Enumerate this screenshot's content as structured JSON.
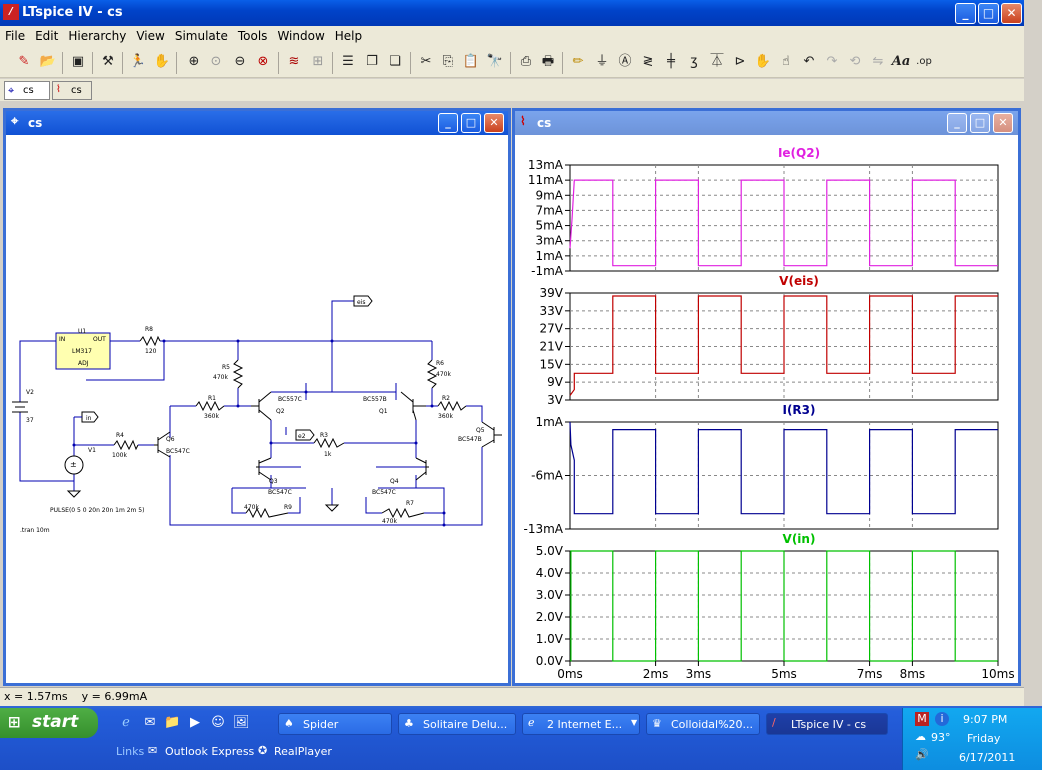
{
  "app": {
    "title": "LTspice IV - cs"
  },
  "window_buttons": {
    "minimize": "_",
    "maximize": "□",
    "close": "✕"
  },
  "menu": [
    {
      "label": "File"
    },
    {
      "label": "Edit"
    },
    {
      "label": "Hierarchy"
    },
    {
      "label": "View"
    },
    {
      "label": "Simulate"
    },
    {
      "label": "Tools"
    },
    {
      "label": "Window"
    },
    {
      "label": "Help"
    }
  ],
  "toolbar": {
    "icons": [
      "new-schematic",
      "open",
      "save",
      "control-panel",
      "run",
      "halt",
      "zoom-in",
      "zoom-pan",
      "zoom-out",
      "zoom-fit",
      "autorange",
      "grid",
      "tile-horizontal",
      "tile-vertical",
      "cascade",
      "cut",
      "copy",
      "paste",
      "find",
      "print-preview",
      "print",
      "wire",
      "ground",
      "label-net",
      "resistor",
      "capacitor",
      "inductor",
      "diode",
      "component",
      "move",
      "drag",
      "undo",
      "redo",
      "rotate",
      "mirror",
      "text",
      "spice-directive"
    ],
    "text_label": "Aa",
    "op_label": ".op"
  },
  "tabs": [
    {
      "label": "cs"
    },
    {
      "label": "cs"
    }
  ],
  "schematic_window": {
    "title": "cs",
    "labels": {
      "u1": "U1",
      "lm317": "LM317",
      "in": "IN",
      "out": "OUT",
      "adj": "ADJ",
      "r8": "R8",
      "r8v": "120",
      "v2": "V2",
      "v2v": "37",
      "r5": "R5",
      "r5v": "470k",
      "r6": "R6",
      "r6v": "470k",
      "eis": "eis",
      "q2": "Q2",
      "q2t": "BC557C",
      "q1": "Q1",
      "q1t": "BC557B",
      "r1": "R1",
      "r1v": "360k",
      "r2": "R2",
      "r2v": "360k",
      "q6": "Q6",
      "q6t": "BC547C",
      "q5": "Q5",
      "q5t": "BC547B",
      "in_flag": "in",
      "r4": "R4",
      "r4v": "100k",
      "v1": "V1",
      "e2": "e2",
      "r3": "R3",
      "r3v": "1k",
      "q3": "Q3",
      "q3t": "BC547C",
      "q4": "Q4",
      "q4t": "BC547C",
      "r9": "R9",
      "r9v": "470k",
      "r7": "R7",
      "r7v": "470k",
      "pulse": "PULSE(0 5 0 20n 20n 1m 2m 5)",
      "tran": ".tran 10m"
    }
  },
  "plot_window": {
    "title": "cs"
  },
  "chart_data": [
    {
      "type": "line",
      "title": "Ie(Q2)",
      "color": "#e020e0",
      "y_ticks": [
        "13mA",
        "11mA",
        "9mA",
        "7mA",
        "5mA",
        "3mA",
        "1mA",
        "-1mA"
      ],
      "ylim": [
        -1,
        13
      ],
      "x": [
        0,
        0.05,
        0.1,
        1.0,
        1.0,
        1.9,
        2.0,
        2.0,
        3.0,
        3.0,
        4.0,
        4.0,
        5.0,
        5.0,
        6.0,
        6.0,
        7.0,
        7.0,
        8.0,
        8.0,
        9.0,
        9.0,
        10.0
      ],
      "values": [
        2.0,
        6.0,
        11.0,
        11.0,
        -0.3,
        -0.3,
        -0.3,
        11.0,
        11.0,
        -0.3,
        -0.3,
        11.0,
        11.0,
        -0.3,
        -0.3,
        11.0,
        11.0,
        -0.3,
        -0.3,
        11.0,
        11.0,
        -0.3,
        -0.3
      ]
    },
    {
      "type": "line",
      "title": "V(eis)",
      "color": "#c00000",
      "y_ticks": [
        "39V",
        "33V",
        "27V",
        "21V",
        "15V",
        "9V",
        "3V"
      ],
      "ylim": [
        3,
        39
      ],
      "x": [
        0,
        0.1,
        0.1,
        1.0,
        1.0,
        2.0,
        2.0,
        3.0,
        3.0,
        4.0,
        4.0,
        5.0,
        5.0,
        6.0,
        6.0,
        7.0,
        7.0,
        8.0,
        8.0,
        9.0,
        9.0,
        10.0
      ],
      "values": [
        4.5,
        6.5,
        12.0,
        12.0,
        38.0,
        38.0,
        12.0,
        12.0,
        38.0,
        38.0,
        12.0,
        12.0,
        38.0,
        38.0,
        12.0,
        12.0,
        38.0,
        38.0,
        12.0,
        12.0,
        38.0,
        38.0
      ]
    },
    {
      "type": "line",
      "title": "I(R3)",
      "color": "#000090",
      "y_ticks": [
        "1mA",
        "-6mA",
        "-13mA"
      ],
      "ylim": [
        -13,
        1
      ],
      "x": [
        0,
        0.02,
        0.1,
        0.1,
        1.0,
        1.0,
        2.0,
        2.0,
        3.0,
        3.0,
        4.0,
        4.0,
        5.0,
        5.0,
        6.0,
        6.0,
        7.0,
        7.0,
        8.0,
        8.0,
        9.0,
        9.0,
        10.0
      ],
      "values": [
        1.0,
        -2.0,
        -4.0,
        -11.0,
        -11.0,
        0.0,
        0.0,
        -11.0,
        -11.0,
        0.0,
        0.0,
        -11.0,
        -11.0,
        0.0,
        0.0,
        -11.0,
        -11.0,
        0.0,
        0.0,
        -11.0,
        -11.0,
        0.0,
        0.0
      ]
    },
    {
      "type": "line",
      "title": "V(in)",
      "color": "#00c000",
      "y_ticks": [
        "5.0V",
        "4.0V",
        "3.0V",
        "2.0V",
        "1.0V",
        "0.0V"
      ],
      "ylim": [
        0,
        5
      ],
      "x": [
        0,
        0.02,
        0.02,
        1.0,
        1.0,
        2.0,
        2.0,
        3.0,
        3.0,
        4.0,
        4.0,
        5.0,
        5.0,
        6.0,
        6.0,
        7.0,
        7.0,
        8.0,
        8.0,
        9.0,
        9.0,
        10.0
      ],
      "values": [
        0,
        0,
        5,
        5,
        0,
        0,
        5,
        5,
        0,
        0,
        5,
        5,
        0,
        0,
        5,
        5,
        0,
        0,
        5,
        5,
        0,
        0
      ]
    }
  ],
  "x_axis": {
    "ticks": [
      "0ms",
      "2ms",
      "3ms",
      "5ms",
      "7ms",
      "8ms",
      "10ms"
    ],
    "tick_values": [
      0,
      2,
      3,
      5,
      7,
      8,
      10
    ],
    "xlim": [
      0,
      10
    ]
  },
  "status": {
    "text": "x = 1.57ms    y = 6.99mA"
  },
  "taskbar": {
    "start": "start",
    "tasks": [
      {
        "label": "Spider"
      },
      {
        "label": "Solitaire Delu..."
      },
      {
        "label": "2 Internet E..."
      },
      {
        "label": "Colloidal%20..."
      },
      {
        "label": "LTspice IV - cs"
      }
    ],
    "links": "Links",
    "quick": [
      {
        "label": "Outlook Express"
      },
      {
        "label": "RealPlayer"
      }
    ],
    "clock": {
      "time": "9:07 PM",
      "day": "Friday",
      "date": "6/17/2011"
    },
    "temp": "93°"
  }
}
